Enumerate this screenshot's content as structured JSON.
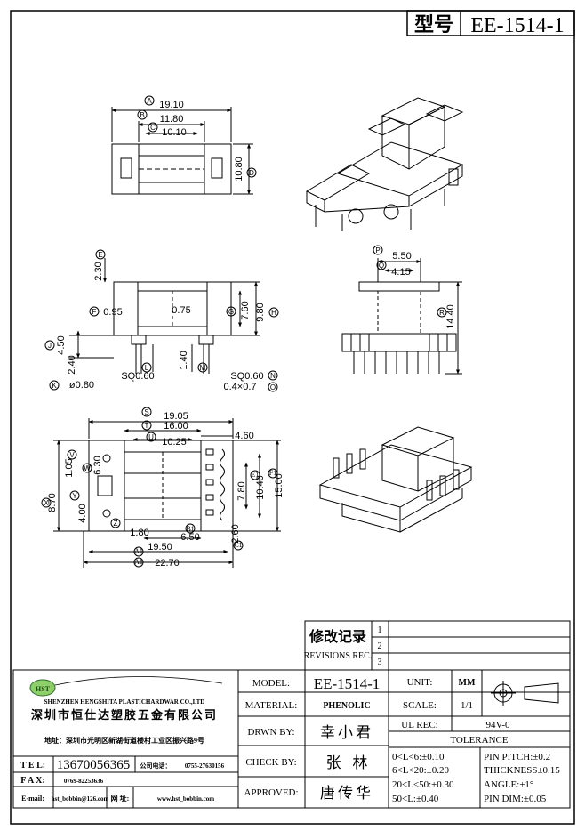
{
  "header": {
    "model_label": "型号",
    "model": "EE-1514-1"
  },
  "dims": {
    "a": "19.10",
    "b": "11.80",
    "c": "10.10",
    "d": "10.80",
    "e": "2.30",
    "f": "0.95",
    "g": "0.75",
    "h": "7.60",
    "i": "9.80",
    "j": "4.50",
    "k": "2.40",
    "l": "ø0.80",
    "m": "1.40",
    "n": "SQ0.60",
    "n2": "SQ0.60",
    "o": "0.4×0.7",
    "p": "5.50",
    "q": "4.15",
    "r": "14.40",
    "s": "19.05",
    "t": "16.00",
    "u": "10.25",
    "v": "4.60",
    "w1": "1.05",
    "w2": "6.30",
    "x": "8.70",
    "y": "4.00",
    "z": "1.80",
    "a1": "19.50",
    "a2": "22.70",
    "b1": "6.50",
    "c1": "2.60",
    "e1": "7.80",
    "e2": "10.40",
    "f1": "15.00"
  },
  "markers": {
    "a": "A",
    "b": "B",
    "c": "C",
    "d": "D",
    "e": "E",
    "f": "F",
    "g": "G",
    "h": "H",
    "i": "I",
    "j": "J",
    "k": "K",
    "l": "L",
    "m": "M",
    "n": "N",
    "o": "O",
    "p": "P",
    "q": "Q",
    "r": "R",
    "s": "S",
    "t": "T",
    "u": "U",
    "v": "V",
    "w": "W",
    "x": "X",
    "y": "Y",
    "z": "Z",
    "a1": "A1",
    "b1": "B1",
    "c1": "C1",
    "e1": "E1",
    "f1": "F1"
  },
  "revisions": {
    "title_cn": "修改记录",
    "title_en": "REVISIONS REC.",
    "marks": [
      "1",
      "2",
      "3"
    ]
  },
  "company": {
    "logo": "HST",
    "name_en": "SHENZHEN HENGSHITA PLASTICHARDWAR CO.,LTD",
    "name_cn": "深圳市恒仕达塑胶五金有限公司",
    "address": "地址：深圳市光明区新湖街道楼村工业区振兴路9号",
    "tel_label": "T E L:",
    "tel": "13670056365",
    "company_tel_label": "公司电话：",
    "company_tel": "0755-27630156",
    "fax_label": "F A X:",
    "fax": "0769-82253636",
    "email_label": "E-mail:",
    "email": "hst_bobbin@126.com",
    "web_label": "网 址:",
    "web": "www.hst_bobbin.com"
  },
  "title_block": {
    "model_label": "MODEL:",
    "model": "EE-1514-1",
    "material_label": "MATERIAL:",
    "material": "PHENOLIC",
    "drawn_label": "DRWN BY:",
    "drawn": "幸小君",
    "check_label": "CHECK BY:",
    "check": "张   林",
    "approved_label": "APPROVED:",
    "approved": "唐传华",
    "unit_label": "UNIT:",
    "unit": "MM",
    "scale_label": "SCALE:",
    "scale": "1/1",
    "ul_label": "UL REC:",
    "ul": "94V-0",
    "tolerance_label": "TOLERANCE",
    "tol1": "0<L<6:±0.10",
    "tol2": "6<L<20:±0.20",
    "tol3": "20<L<50:±0.30",
    "tol4": "50<L:±0.40",
    "pitch": "PIN PITCH:±0.2",
    "thickness": "THICKNESS±0.15",
    "angle": "ANGLE:±1°",
    "pin_dim": "PIN DIM:±0.05"
  }
}
